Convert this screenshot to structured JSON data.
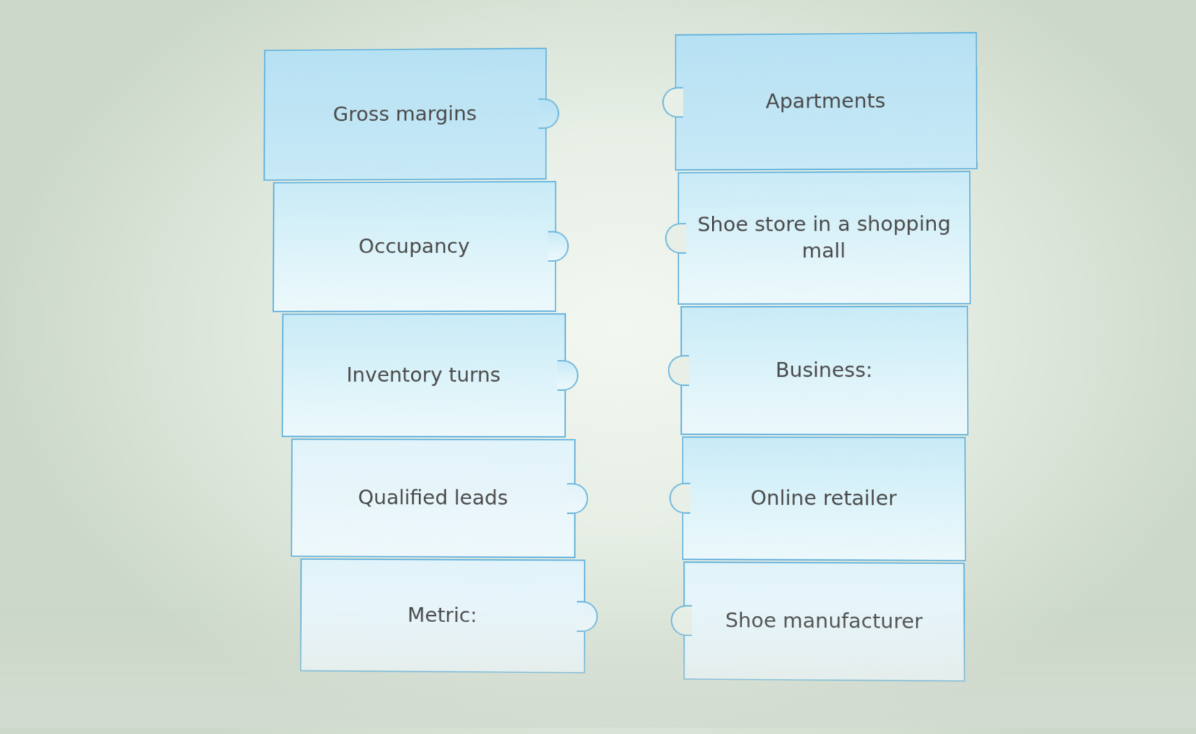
{
  "metrics": [
    {
      "label": "Gross margins"
    },
    {
      "label": "Occupancy"
    },
    {
      "label": "Inventory turns"
    },
    {
      "label": "Qualified leads"
    },
    {
      "label": "Metric:"
    }
  ],
  "businesses": [
    {
      "label": "Apartments"
    },
    {
      "label": "Shoe store in a shopping mall"
    },
    {
      "label": "Business:"
    },
    {
      "label": "Online retailer"
    },
    {
      "label": "Shoe manufacturer"
    }
  ],
  "colors": {
    "card_border": "#6fb7dd",
    "card_fill": "#dff4fa",
    "text": "#4a4a4a"
  }
}
